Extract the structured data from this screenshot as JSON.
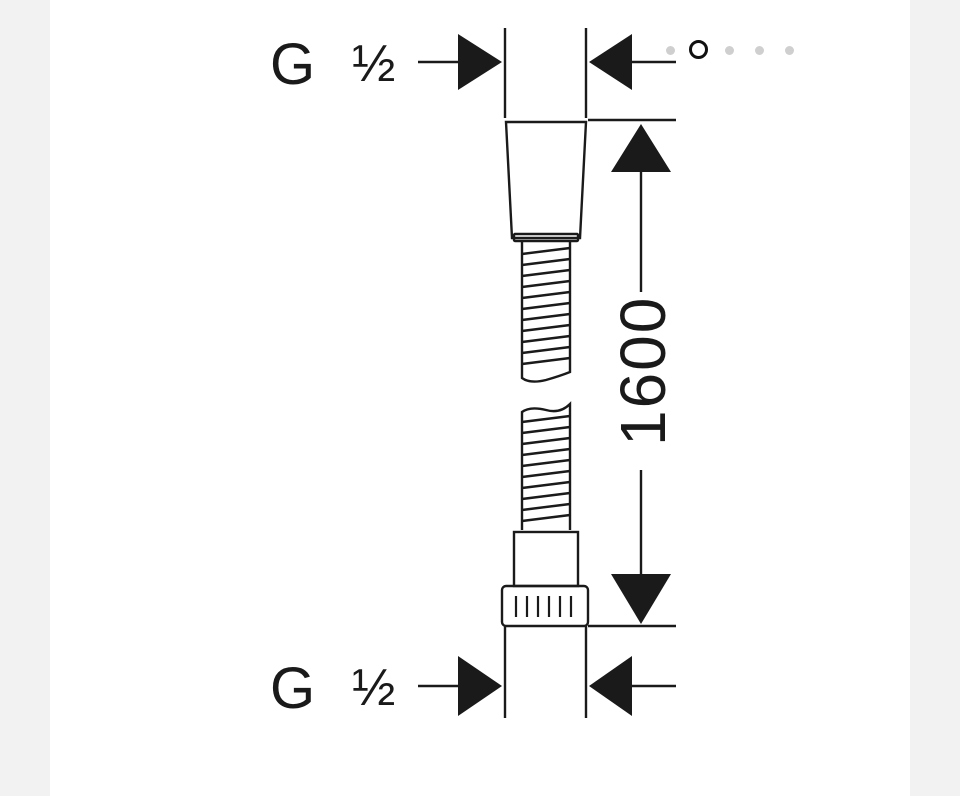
{
  "drawing": {
    "top_thread": {
      "letter": "G",
      "fraction": "½"
    },
    "bottom_thread": {
      "letter": "G",
      "fraction": "½"
    },
    "length_dimension": "1600"
  },
  "carousel": {
    "count": 5,
    "active_index": 1
  },
  "colors": {
    "background": "#f2f2f2",
    "card": "#ffffff",
    "line": "#1a1a1a",
    "dot_inactive": "#cfcfcf"
  }
}
